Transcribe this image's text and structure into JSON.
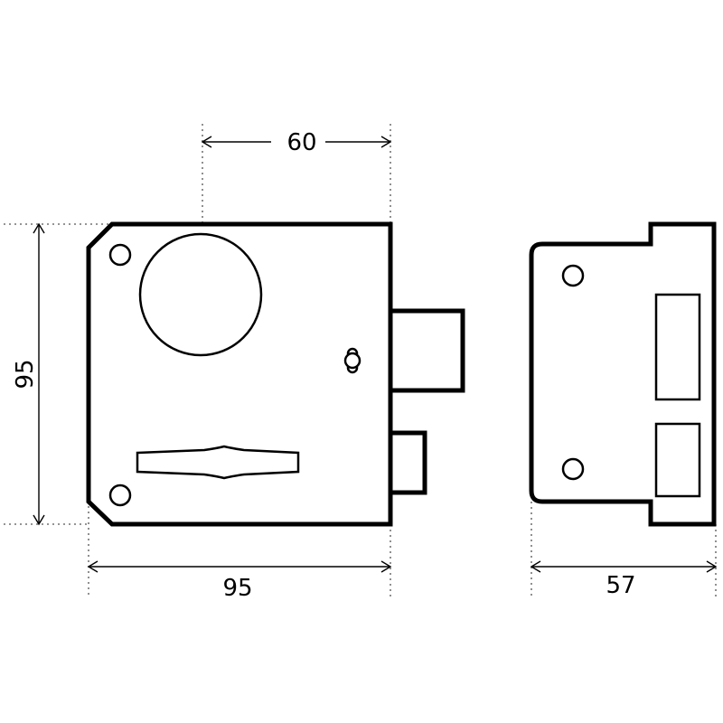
{
  "diagram": {
    "dimensions": {
      "lock_width": "95",
      "lock_height": "95",
      "key_offset": "60",
      "keeper_depth": "57"
    },
    "colors": {
      "line": "#000000",
      "extension_line": "#555555",
      "background": "#ffffff"
    }
  }
}
